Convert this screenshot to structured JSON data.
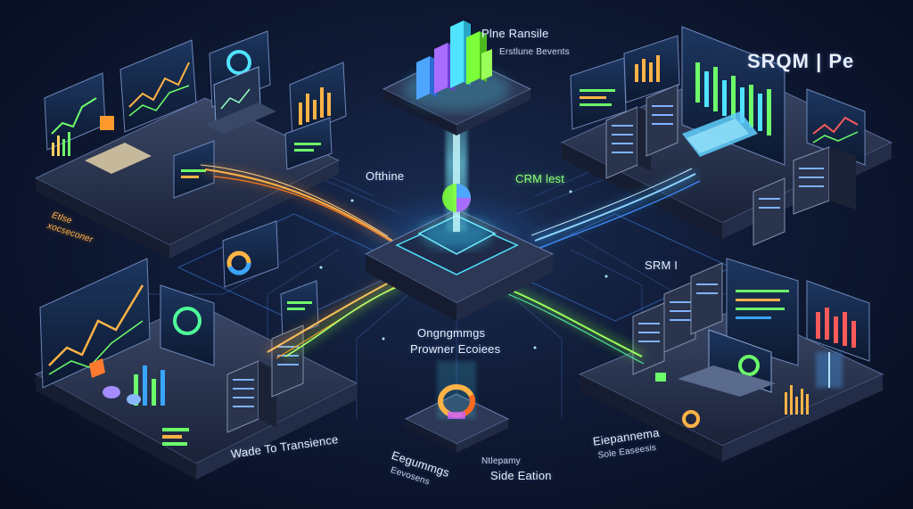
{
  "labels": {
    "pipeline_title": "Plne Ransile",
    "pipeline_sub": "Erstlune Bevents",
    "brand": "SRQM | Pe",
    "offline": "Ofthine",
    "crm_test": "CRM lest",
    "top_left_line1": "Etlse",
    "top_left_line2": "xocseconer",
    "srm": "SRM I",
    "center_line1": "Ongngmmgs",
    "center_line2": "Prowner Ecoiees",
    "bottom_left": "Wade To Transience",
    "bottom_center_left_line1": "Eegummgs",
    "bottom_center_left_line2": "Eevosens",
    "bottom_center_right_line1": "Ntlepamy",
    "bottom_center_right_line2": "Side Eation",
    "bottom_right_line1": "Eiepannema",
    "bottom_right_line2": "Sole Easeesis"
  },
  "colors": {
    "orange_stream": "#ff8a1e",
    "green_stream": "#7dff3a",
    "blue_stream": "#38a6ff",
    "cyan_glow": "#4fe3ff",
    "platform": "#2a3550"
  },
  "icons": [
    "server-rack-icon",
    "laptop-icon",
    "monitor-icon",
    "donut-chart-icon",
    "bar-chart-icon",
    "line-chart-icon"
  ]
}
